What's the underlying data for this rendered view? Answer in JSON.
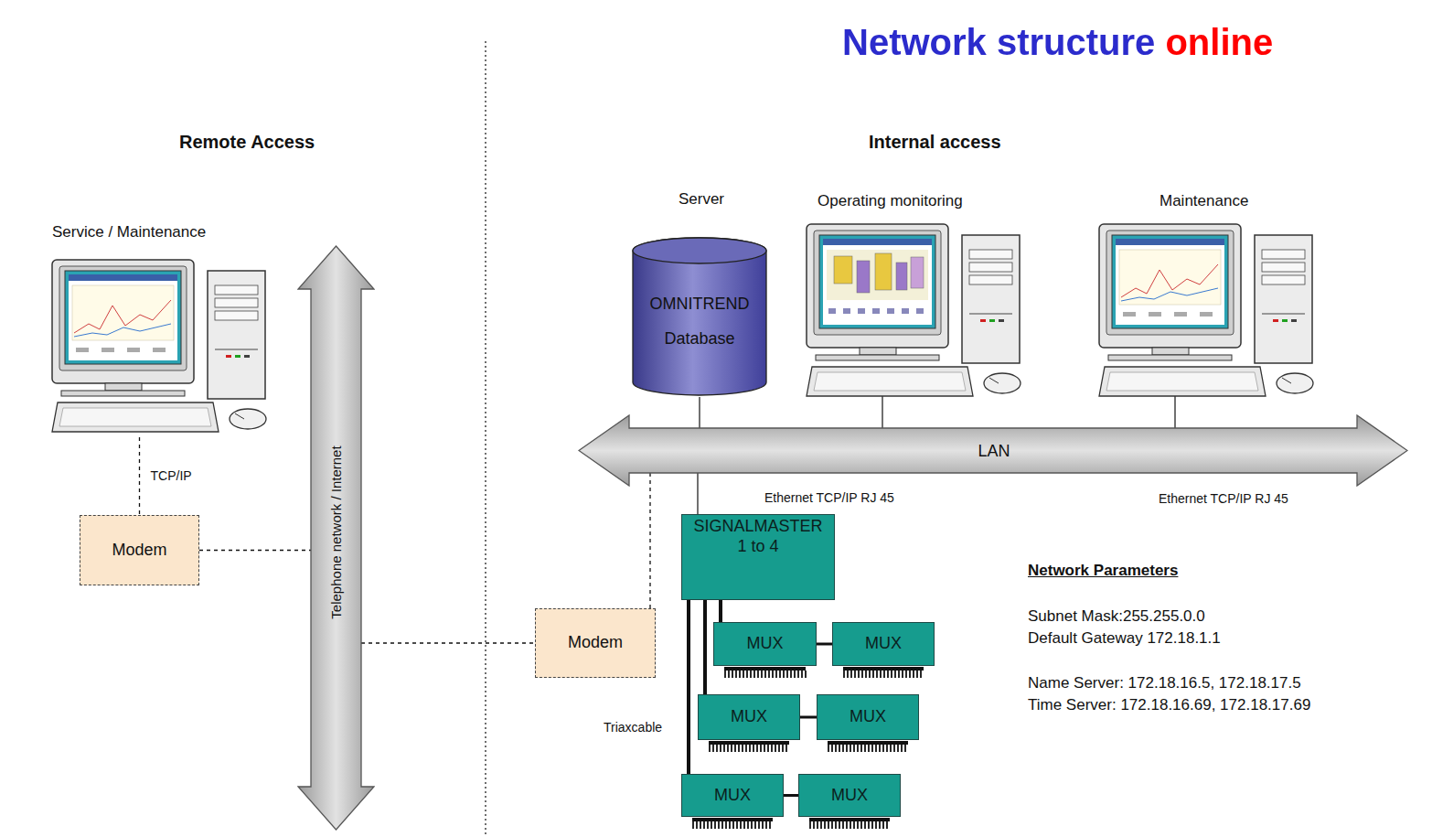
{
  "diagram": {
    "title": "Network structure online",
    "nodes": [
      {
        "text": [
          "Service / Maintenance"
        ]
      },
      {
        "text": [
          "Modem"
        ]
      },
      {
        "text": [
          "Telephone network / Internet"
        ]
      },
      {
        "text": [
          "Server",
          "OMNITREND Database"
        ]
      },
      {
        "text": [
          "Operating monitoring"
        ]
      },
      {
        "text": [
          "Maintenance"
        ]
      },
      {
        "text": [
          "LAN"
        ]
      },
      {
        "text": [
          "SIGNALMASTER 1 to 4"
        ]
      },
      {
        "text": [
          "Modem"
        ]
      },
      {
        "text": [
          "MUX"
        ]
      },
      {
        "text": [
          "MUX"
        ]
      },
      {
        "text": [
          "MUX"
        ]
      },
      {
        "text": [
          "MUX"
        ]
      },
      {
        "text": [
          "MUX"
        ]
      },
      {
        "text": [
          "MUX"
        ]
      }
    ],
    "edges": [
      {
        "from": 0,
        "to": 1,
        "label": "TCP/IP",
        "arrow": "none"
      },
      {
        "from": 1,
        "to": 2,
        "arrow": "none"
      },
      {
        "from": 2,
        "to": 8,
        "arrow": "none"
      },
      {
        "from": 8,
        "to": 6,
        "arrow": "none"
      },
      {
        "from": 3,
        "to": 6,
        "arrow": "none"
      },
      {
        "from": 4,
        "to": 6,
        "arrow": "none"
      },
      {
        "from": 5,
        "to": 6,
        "arrow": "none"
      },
      {
        "from": 7,
        "to": 6,
        "arrow": "none"
      },
      {
        "from": 7,
        "to": 9,
        "arrow": "none"
      },
      {
        "from": 7,
        "to": 11,
        "arrow": "none"
      },
      {
        "from": 7,
        "to": 13,
        "arrow": "none"
      },
      {
        "from": 9,
        "to": 10,
        "arrow": "none"
      },
      {
        "from": 11,
        "to": 12,
        "arrow": "none"
      },
      {
        "from": 13,
        "to": 14,
        "arrow": "none"
      }
    ],
    "labels": [
      "Remote Access",
      "Internal access",
      "Ethernet TCP/IP RJ 45",
      "Ethernet TCP/IP RJ 45",
      "Triaxcable",
      "Network Parameters",
      "Subnet Mask:255.255.0.0",
      "Default Gateway 172.18.1.1",
      "Name Server: 172.18.16.5, 172.18.17.5",
      "Time Server: 172.18.16.69, 172.18.17.69"
    ]
  }
}
